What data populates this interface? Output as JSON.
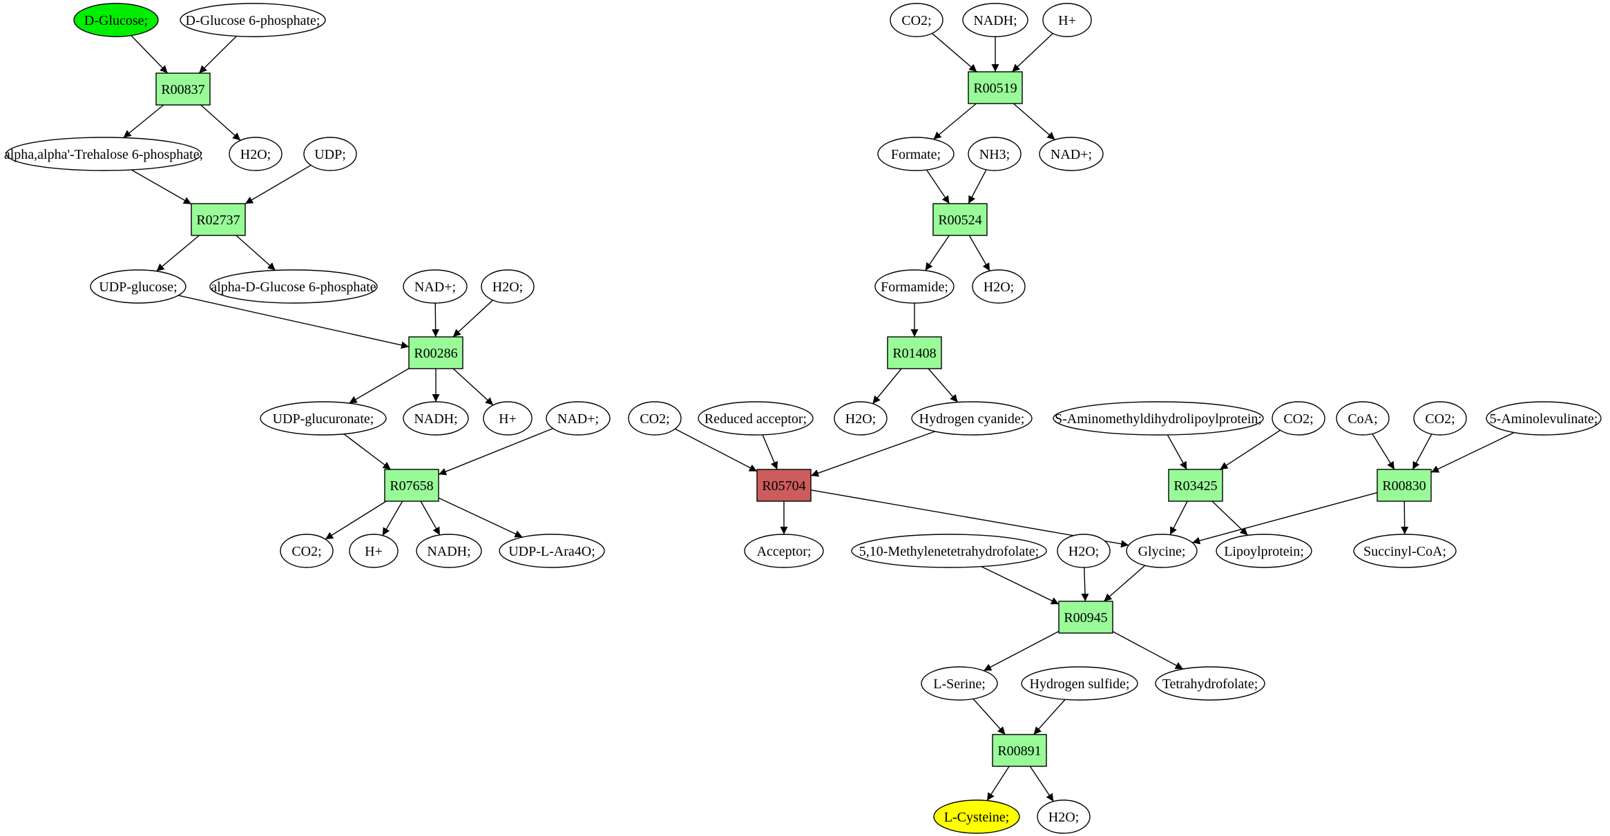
{
  "colors": {
    "reaction_fill": "#98fb98",
    "highlight_reaction_fill": "#cd5c5c",
    "start_fill": "#00ee00",
    "target_fill": "#ffff00",
    "compound_fill": "#ffffff",
    "stroke": "#000000"
  },
  "nodes": [
    {
      "id": "c_dglucose",
      "label": "D-Glucose;",
      "kind": "compound",
      "role": "start"
    },
    {
      "id": "c_dg6p",
      "label": "D-Glucose 6-phosphate;",
      "kind": "compound"
    },
    {
      "id": "r_R00837",
      "label": "R00837",
      "kind": "reaction"
    },
    {
      "id": "c_trehalose6p",
      "label": "alpha,alpha'-Trehalose 6-phosphate;",
      "kind": "compound"
    },
    {
      "id": "c_h2o_1",
      "label": "H2O;",
      "kind": "compound"
    },
    {
      "id": "c_udp",
      "label": "UDP;",
      "kind": "compound"
    },
    {
      "id": "r_R02737",
      "label": "R02737",
      "kind": "reaction"
    },
    {
      "id": "c_udpglucose",
      "label": "UDP-glucose;",
      "kind": "compound"
    },
    {
      "id": "c_adg6p",
      "label": "alpha-D-Glucose 6-phosphate",
      "kind": "compound"
    },
    {
      "id": "c_nadp_1",
      "label": "NAD+;",
      "kind": "compound"
    },
    {
      "id": "c_h2o_2",
      "label": "H2O;",
      "kind": "compound"
    },
    {
      "id": "r_R00286",
      "label": "R00286",
      "kind": "reaction"
    },
    {
      "id": "c_udpglucuronate",
      "label": "UDP-glucuronate;",
      "kind": "compound"
    },
    {
      "id": "c_nadh_1",
      "label": "NADH;",
      "kind": "compound"
    },
    {
      "id": "c_hplus_1",
      "label": "H+",
      "kind": "compound"
    },
    {
      "id": "c_nadp_2",
      "label": "NAD+;",
      "kind": "compound"
    },
    {
      "id": "r_R07658",
      "label": "R07658",
      "kind": "reaction"
    },
    {
      "id": "c_co2_1",
      "label": "CO2;",
      "kind": "compound"
    },
    {
      "id": "c_hplus_2",
      "label": "H+",
      "kind": "compound"
    },
    {
      "id": "c_nadh_2",
      "label": "NADH;",
      "kind": "compound"
    },
    {
      "id": "c_udplara4o",
      "label": "UDP-L-Ara4O;",
      "kind": "compound"
    },
    {
      "id": "c_co2_2",
      "label": "CO2;",
      "kind": "compound"
    },
    {
      "id": "c_nadh_3",
      "label": "NADH;",
      "kind": "compound"
    },
    {
      "id": "c_hplus_3",
      "label": "H+",
      "kind": "compound"
    },
    {
      "id": "r_R00519",
      "label": "R00519",
      "kind": "reaction"
    },
    {
      "id": "c_formate",
      "label": "Formate;",
      "kind": "compound"
    },
    {
      "id": "c_nh3",
      "label": "NH3;",
      "kind": "compound"
    },
    {
      "id": "c_nadp_3",
      "label": "NAD+;",
      "kind": "compound"
    },
    {
      "id": "r_R00524",
      "label": "R00524",
      "kind": "reaction"
    },
    {
      "id": "c_formamide",
      "label": "Formamide;",
      "kind": "compound"
    },
    {
      "id": "c_h2o_3",
      "label": "H2O;",
      "kind": "compound"
    },
    {
      "id": "r_R01408",
      "label": "R01408",
      "kind": "reaction"
    },
    {
      "id": "c_h2o_4",
      "label": "H2O;",
      "kind": "compound"
    },
    {
      "id": "c_hcn",
      "label": "Hydrogen cyanide;",
      "kind": "compound"
    },
    {
      "id": "c_co2_3",
      "label": "CO2;",
      "kind": "compound"
    },
    {
      "id": "c_redacc",
      "label": "Reduced acceptor;",
      "kind": "compound"
    },
    {
      "id": "r_R05704",
      "label": "R05704",
      "kind": "reaction",
      "role": "highlight"
    },
    {
      "id": "c_acceptor",
      "label": "Acceptor;",
      "kind": "compound"
    },
    {
      "id": "c_samdlp",
      "label": "S-Aminomethyldihydrolipoylprotein;",
      "kind": "compound"
    },
    {
      "id": "c_co2_4",
      "label": "CO2;",
      "kind": "compound"
    },
    {
      "id": "r_R03425",
      "label": "R03425",
      "kind": "reaction"
    },
    {
      "id": "c_coa",
      "label": "CoA;",
      "kind": "compound"
    },
    {
      "id": "c_co2_5",
      "label": "CO2;",
      "kind": "compound"
    },
    {
      "id": "c_5ala",
      "label": "5-Aminolevulinate;",
      "kind": "compound"
    },
    {
      "id": "r_R00830",
      "label": "R00830",
      "kind": "reaction"
    },
    {
      "id": "c_mthf",
      "label": "5,10-Methylenetetrahydrofolate;",
      "kind": "compound"
    },
    {
      "id": "c_h2o_5",
      "label": "H2O;",
      "kind": "compound"
    },
    {
      "id": "c_glycine",
      "label": "Glycine;",
      "kind": "compound"
    },
    {
      "id": "c_lipoylprotein",
      "label": "Lipoylprotein;",
      "kind": "compound"
    },
    {
      "id": "c_succoa",
      "label": "Succinyl-CoA;",
      "kind": "compound"
    },
    {
      "id": "r_R00945",
      "label": "R00945",
      "kind": "reaction"
    },
    {
      "id": "c_lserine",
      "label": "L-Serine;",
      "kind": "compound"
    },
    {
      "id": "c_h2s",
      "label": "Hydrogen sulfide;",
      "kind": "compound"
    },
    {
      "id": "c_thf",
      "label": "Tetrahydrofolate;",
      "kind": "compound"
    },
    {
      "id": "r_R00891",
      "label": "R00891",
      "kind": "reaction"
    },
    {
      "id": "c_lcysteine",
      "label": "L-Cysteine;",
      "kind": "compound",
      "role": "target"
    },
    {
      "id": "c_h2o_6",
      "label": "H2O;",
      "kind": "compound"
    }
  ],
  "edges": [
    [
      "c_dglucose",
      "r_R00837"
    ],
    [
      "c_dg6p",
      "r_R00837"
    ],
    [
      "r_R00837",
      "c_trehalose6p"
    ],
    [
      "r_R00837",
      "c_h2o_1"
    ],
    [
      "c_trehalose6p",
      "r_R02737"
    ],
    [
      "c_udp",
      "r_R02737"
    ],
    [
      "r_R02737",
      "c_udpglucose"
    ],
    [
      "r_R02737",
      "c_adg6p"
    ],
    [
      "c_udpglucose",
      "r_R00286"
    ],
    [
      "c_nadp_1",
      "r_R00286"
    ],
    [
      "c_h2o_2",
      "r_R00286"
    ],
    [
      "r_R00286",
      "c_udpglucuronate"
    ],
    [
      "r_R00286",
      "c_nadh_1"
    ],
    [
      "r_R00286",
      "c_hplus_1"
    ],
    [
      "c_udpglucuronate",
      "r_R07658"
    ],
    [
      "c_nadp_2",
      "r_R07658"
    ],
    [
      "r_R07658",
      "c_co2_1"
    ],
    [
      "r_R07658",
      "c_hplus_2"
    ],
    [
      "r_R07658",
      "c_nadh_2"
    ],
    [
      "r_R07658",
      "c_udplara4o"
    ],
    [
      "c_co2_2",
      "r_R00519"
    ],
    [
      "c_nadh_3",
      "r_R00519"
    ],
    [
      "c_hplus_3",
      "r_R00519"
    ],
    [
      "r_R00519",
      "c_formate"
    ],
    [
      "r_R00519",
      "c_nadp_3"
    ],
    [
      "c_formate",
      "r_R00524"
    ],
    [
      "c_nh3",
      "r_R00524"
    ],
    [
      "r_R00524",
      "c_formamide"
    ],
    [
      "r_R00524",
      "c_h2o_3"
    ],
    [
      "c_formamide",
      "r_R01408"
    ],
    [
      "r_R01408",
      "c_h2o_4"
    ],
    [
      "r_R01408",
      "c_hcn"
    ],
    [
      "c_co2_3",
      "r_R05704"
    ],
    [
      "c_redacc",
      "r_R05704"
    ],
    [
      "c_hcn",
      "r_R05704"
    ],
    [
      "r_R05704",
      "c_acceptor"
    ],
    [
      "r_R05704",
      "c_glycine"
    ],
    [
      "c_samdlp",
      "r_R03425"
    ],
    [
      "c_co2_4",
      "r_R03425"
    ],
    [
      "r_R03425",
      "c_glycine"
    ],
    [
      "r_R03425",
      "c_lipoylprotein"
    ],
    [
      "c_coa",
      "r_R00830"
    ],
    [
      "c_co2_5",
      "r_R00830"
    ],
    [
      "c_5ala",
      "r_R00830"
    ],
    [
      "r_R00830",
      "c_glycine"
    ],
    [
      "r_R00830",
      "c_succoa"
    ],
    [
      "c_mthf",
      "r_R00945"
    ],
    [
      "c_h2o_5",
      "r_R00945"
    ],
    [
      "c_glycine",
      "r_R00945"
    ],
    [
      "r_R00945",
      "c_lserine"
    ],
    [
      "r_R00945",
      "c_thf"
    ],
    [
      "c_lserine",
      "r_R00891"
    ],
    [
      "c_h2s",
      "r_R00891"
    ],
    [
      "r_R00891",
      "c_lcysteine"
    ],
    [
      "r_R00891",
      "c_h2o_6"
    ]
  ]
}
